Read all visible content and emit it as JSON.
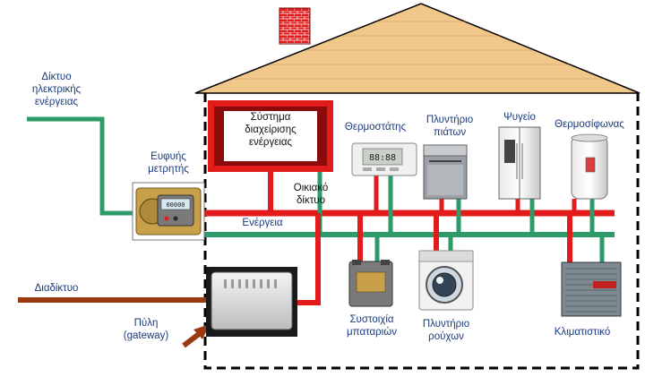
{
  "labels": {
    "grid": [
      "Δίκτυο",
      "ηλεκτρικής",
      "ενέργειας"
    ],
    "smart_meter": [
      "Ευφυής",
      "μετρητής"
    ],
    "ems": [
      "Σύστημα",
      "διαχείρισης",
      "ενέργειας"
    ],
    "home_network": [
      "Οικιακό",
      "δίκτυο"
    ],
    "energy": "Ενέργεια",
    "thermostat": "Θερμοστάτης",
    "dishwasher": [
      "Πλυντήριο",
      "πιάτων"
    ],
    "fridge": "Ψυγείο",
    "water_heater": "Θερμοσίφωνας",
    "internet": "Διαδίκτυο",
    "gateway": [
      "Πύλη",
      "(gateway)"
    ],
    "battery": [
      "Συστοιχία",
      "μπαταριών"
    ],
    "washer": [
      "Πλυντήριο",
      "ρούχων"
    ],
    "ac": "Κλιματιστικό"
  },
  "colors": {
    "energy_line": "#e31b1b",
    "network_line": "#2e9a6a",
    "internet_line": "#9a3a10",
    "roof": "#f2c78a",
    "chimney": "#e31b1b",
    "label_text": "#1a3a7a"
  },
  "thermostat_display": "88:88"
}
